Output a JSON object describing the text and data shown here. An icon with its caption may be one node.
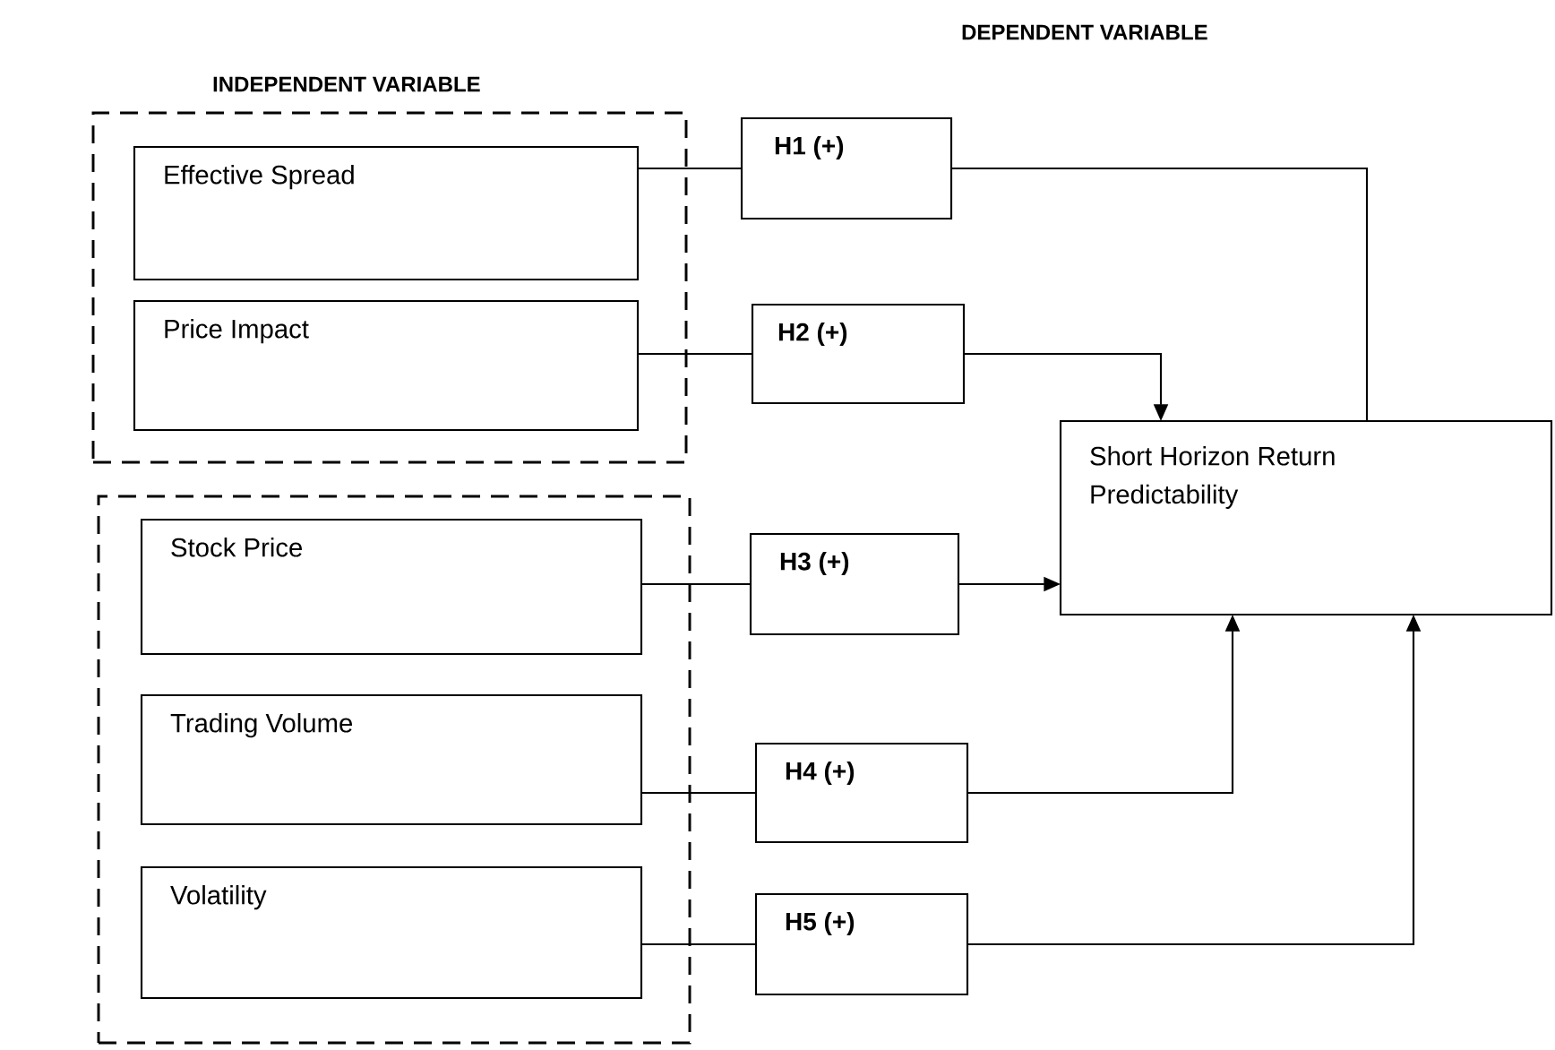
{
  "diagram": {
    "nodes": [
      {
        "text": [],
        "shape": "box"
      },
      {
        "text": [
          "Effective Spread"
        ],
        "in": 0
      },
      {
        "text": [
          "Price Impact"
        ],
        "in": 0
      },
      {
        "text": [],
        "shape": "box"
      },
      {
        "text": [
          "Stock Price"
        ],
        "in": 3
      },
      {
        "text": [
          "Trading Volume"
        ],
        "in": 3
      },
      {
        "text": [
          "Volatility"
        ],
        "in": 3
      },
      {
        "text": [
          "H1 (+)"
        ]
      },
      {
        "text": [
          "H2 (+)"
        ]
      },
      {
        "text": [
          "H3 (+)"
        ]
      },
      {
        "text": [
          "H4 (+)"
        ]
      },
      {
        "text": [
          "H5 (+)"
        ]
      },
      {
        "text": [
          "Short Horizon Return Predictability"
        ]
      }
    ],
    "edges": [
      {
        "from": 1,
        "to": 7,
        "arrow": "none"
      },
      {
        "from": 2,
        "to": 8,
        "arrow": "none"
      },
      {
        "from": 4,
        "to": 9,
        "arrow": "none"
      },
      {
        "from": 5,
        "to": 10,
        "arrow": "none"
      },
      {
        "from": 6,
        "to": 11,
        "arrow": "none"
      },
      {
        "from": 7,
        "to": 12,
        "arrow": "none"
      },
      {
        "from": 8,
        "to": 12,
        "arrow": "to"
      },
      {
        "from": 9,
        "to": 12,
        "arrow": "to"
      },
      {
        "from": 10,
        "to": 12,
        "arrow": "to"
      },
      {
        "from": 11,
        "to": 12,
        "arrow": "to"
      }
    ],
    "labels": [
      "INDEPENDENT VARIABLE",
      "DEPENDENT VARIABLE"
    ]
  }
}
